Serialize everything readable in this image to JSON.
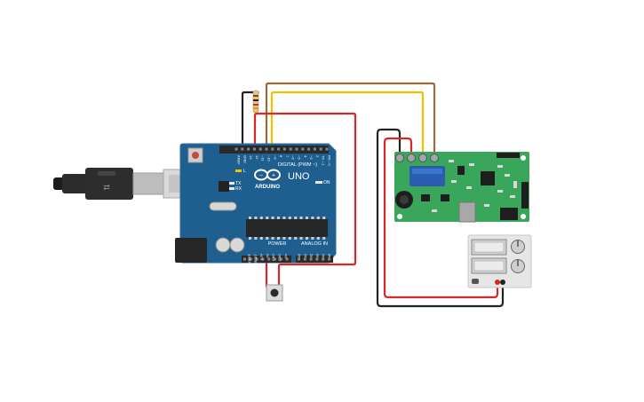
{
  "colors": {
    "arduino_board": "#1f5f8f",
    "arduino_edge": "#2b6ea3",
    "header_black": "#2a2a2a",
    "sensor_board": "#3aa65b",
    "wire_red": "#d62828",
    "wire_black": "#222222",
    "wire_yellow": "#f2c200",
    "wire_brown": "#9a6a3a",
    "power_supply": "#e6e6e6"
  },
  "arduino": {
    "brand": "ARDUINO",
    "model": "UNO",
    "digital_label": "DIGITAL (PWM ~)",
    "power_label": "POWER",
    "analog_label": "ANALOG IN",
    "led_tx": "TX",
    "led_rx": "RX",
    "led_l": "L",
    "led_on": "ON",
    "top_pins": [
      "AREF",
      "GND",
      "13",
      "12",
      "~11",
      "~10",
      "~9",
      "8",
      "7",
      "~6",
      "~5",
      "4",
      "~3",
      "2",
      "TX→1",
      "RX←0"
    ],
    "power_pins": [
      "IOREF",
      "RESET",
      "3.3V",
      "5V",
      "GND",
      "GND",
      "Vin"
    ],
    "analog_pins": [
      "A0",
      "A1",
      "A2",
      "A3",
      "A4",
      "A5"
    ]
  },
  "icons": {
    "usb_cable": "usb-cable-icon",
    "resistor": "resistor-icon",
    "pushbutton": "pushbutton-icon",
    "driver_board": "driver-board-icon",
    "power_supply": "power-supply-icon"
  }
}
